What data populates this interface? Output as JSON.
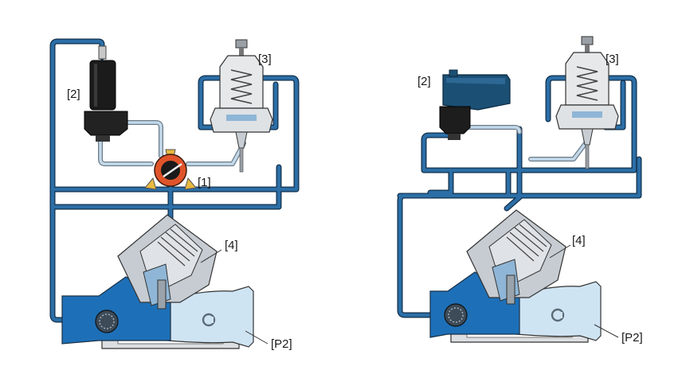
{
  "diagrams": [
    {
      "labels": {
        "pilot_solenoid": "[2]",
        "pressure_pilot": "[3]",
        "selector_valve": "[1]",
        "main_valve": "[4]",
        "outlet_pressure": "[P2]"
      }
    },
    {
      "labels": {
        "pilot_solenoid": "[2]",
        "pressure_pilot": "[3]",
        "main_valve": "[4]",
        "outlet_pressure": "[P2]"
      }
    }
  ],
  "colors": {
    "tube": "#1f5e96",
    "tube_light": "#a9c8e0",
    "inlet_water": "#1d70b8",
    "outlet_water": "#cfe4f3",
    "body_grey": "#d9dde2",
    "outline": "#333a40",
    "solenoid_black": "#1a1a1a",
    "solenoid_blue": "#1b4f74",
    "selector_orange": "#e0542a"
  }
}
